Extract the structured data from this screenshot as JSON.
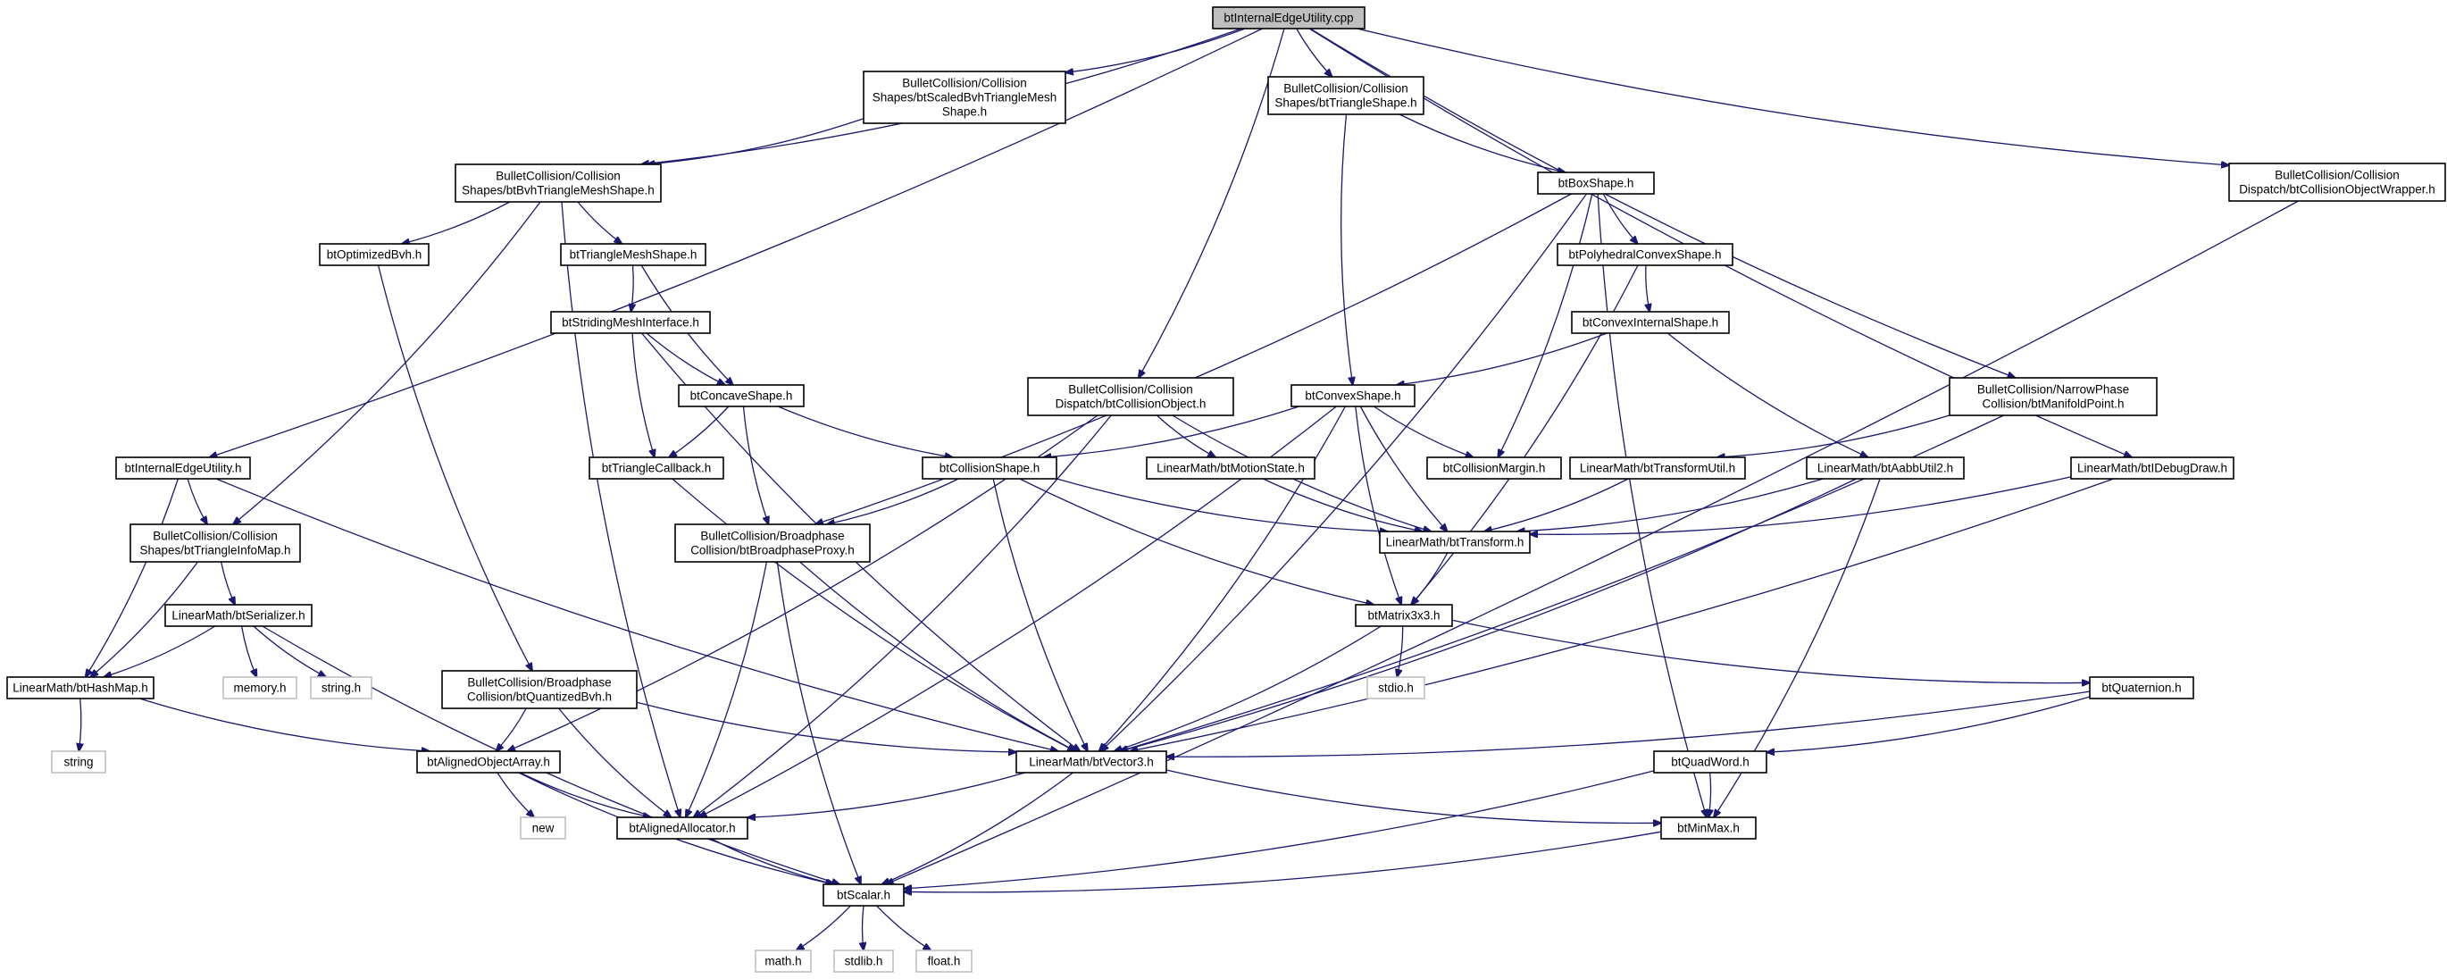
{
  "nodes": {
    "root": {
      "lines": [
        "btInternalEdgeUtility.cpp"
      ],
      "kind": "root"
    },
    "scaledbvh": {
      "lines": [
        "BulletCollision/Collision",
        "Shapes/btScaledBvhTriangleMesh",
        "Shape.h"
      ],
      "kind": "local"
    },
    "triangleshape": {
      "lines": [
        "BulletCollision/Collision",
        "Shapes/btTriangleShape.h"
      ],
      "kind": "local"
    },
    "colobjwrapper": {
      "lines": [
        "BulletCollision/Collision",
        "Dispatch/btCollisionObjectWrapper.h"
      ],
      "kind": "local"
    },
    "bvhtrimesh": {
      "lines": [
        "BulletCollision/Collision",
        "Shapes/btBvhTriangleMeshShape.h"
      ],
      "kind": "local"
    },
    "boxshape": {
      "lines": [
        "btBoxShape.h"
      ],
      "kind": "local"
    },
    "optimizedbvh": {
      "lines": [
        "btOptimizedBvh.h"
      ],
      "kind": "local"
    },
    "trimeshshape": {
      "lines": [
        "btTriangleMeshShape.h"
      ],
      "kind": "local"
    },
    "polyconvex": {
      "lines": [
        "btPolyhedralConvexShape.h"
      ],
      "kind": "local"
    },
    "stridingmesh": {
      "lines": [
        "btStridingMeshInterface.h"
      ],
      "kind": "local"
    },
    "convexinternal": {
      "lines": [
        "btConvexInternalShape.h"
      ],
      "kind": "local"
    },
    "collisionobject": {
      "lines": [
        "BulletCollision/Collision",
        "Dispatch/btCollisionObject.h"
      ],
      "kind": "local"
    },
    "concaveshape": {
      "lines": [
        "btConcaveShape.h"
      ],
      "kind": "local"
    },
    "convexshape": {
      "lines": [
        "btConvexShape.h"
      ],
      "kind": "local"
    },
    "manifoldpoint": {
      "lines": [
        "BulletCollision/NarrowPhase",
        "Collision/btManifoldPoint.h"
      ],
      "kind": "local"
    },
    "internaledge": {
      "lines": [
        "btInternalEdgeUtility.h"
      ],
      "kind": "local"
    },
    "tricallback": {
      "lines": [
        "btTriangleCallback.h"
      ],
      "kind": "local"
    },
    "collisionshape": {
      "lines": [
        "btCollisionShape.h"
      ],
      "kind": "local"
    },
    "motionstate": {
      "lines": [
        "LinearMath/btMotionState.h"
      ],
      "kind": "local"
    },
    "collisionmargin": {
      "lines": [
        "btCollisionMargin.h"
      ],
      "kind": "local"
    },
    "transformutil": {
      "lines": [
        "LinearMath/btTransformUtil.h"
      ],
      "kind": "local"
    },
    "aabbutil": {
      "lines": [
        "LinearMath/btAabbUtil2.h"
      ],
      "kind": "local"
    },
    "debugdraw": {
      "lines": [
        "LinearMath/btIDebugDraw.h"
      ],
      "kind": "local"
    },
    "triinfomap": {
      "lines": [
        "BulletCollision/Collision",
        "Shapes/btTriangleInfoMap.h"
      ],
      "kind": "local"
    },
    "bpproxy": {
      "lines": [
        "BulletCollision/Broadphase",
        "Collision/btBroadphaseProxy.h"
      ],
      "kind": "local"
    },
    "transform": {
      "lines": [
        "LinearMath/btTransform.h"
      ],
      "kind": "local"
    },
    "serializer": {
      "lines": [
        "LinearMath/btSerializer.h"
      ],
      "kind": "local"
    },
    "matrix3x3": {
      "lines": [
        "btMatrix3x3.h"
      ],
      "kind": "local"
    },
    "hashmap": {
      "lines": [
        "LinearMath/btHashMap.h"
      ],
      "kind": "local"
    },
    "memory": {
      "lines": [
        "memory.h"
      ],
      "kind": "system"
    },
    "stringh": {
      "lines": [
        "string.h"
      ],
      "kind": "system"
    },
    "quantizedbvh": {
      "lines": [
        "BulletCollision/Broadphase",
        "Collision/btQuantizedBvh.h"
      ],
      "kind": "local"
    },
    "stdio": {
      "lines": [
        "stdio.h"
      ],
      "kind": "system"
    },
    "quaternion": {
      "lines": [
        "btQuaternion.h"
      ],
      "kind": "local"
    },
    "string": {
      "lines": [
        "string"
      ],
      "kind": "system"
    },
    "alignedobjarray": {
      "lines": [
        "btAlignedObjectArray.h"
      ],
      "kind": "local"
    },
    "vector3": {
      "lines": [
        "LinearMath/btVector3.h"
      ],
      "kind": "local"
    },
    "quadword": {
      "lines": [
        "btQuadWord.h"
      ],
      "kind": "local"
    },
    "new": {
      "lines": [
        "new"
      ],
      "kind": "system"
    },
    "alignedalloc": {
      "lines": [
        "btAlignedAllocator.h"
      ],
      "kind": "local"
    },
    "minmax": {
      "lines": [
        "btMinMax.h"
      ],
      "kind": "local"
    },
    "scalar": {
      "lines": [
        "btScalar.h"
      ],
      "kind": "local"
    },
    "math": {
      "lines": [
        "math.h"
      ],
      "kind": "system"
    },
    "stdlib": {
      "lines": [
        "stdlib.h"
      ],
      "kind": "system"
    },
    "float": {
      "lines": [
        "float.h"
      ],
      "kind": "system"
    }
  },
  "edges": [
    [
      "root",
      "scaledbvh"
    ],
    [
      "root",
      "triangleshape"
    ],
    [
      "root",
      "colobjwrapper"
    ],
    [
      "root",
      "bvhtrimesh"
    ],
    [
      "root",
      "collisionobject"
    ],
    [
      "root",
      "manifoldpoint"
    ],
    [
      "root",
      "internaledge"
    ],
    [
      "root",
      "debugdraw"
    ],
    [
      "scaledbvh",
      "bvhtrimesh"
    ],
    [
      "triangleshape",
      "boxshape"
    ],
    [
      "triangleshape",
      "convexshape"
    ],
    [
      "colobjwrapper",
      "scalar"
    ],
    [
      "bvhtrimesh",
      "optimizedbvh"
    ],
    [
      "bvhtrimesh",
      "trimeshshape"
    ],
    [
      "bvhtrimesh",
      "triinfomap"
    ],
    [
      "bvhtrimesh",
      "alignedalloc"
    ],
    [
      "boxshape",
      "polyconvex"
    ],
    [
      "boxshape",
      "collisionmargin"
    ],
    [
      "boxshape",
      "bpproxy"
    ],
    [
      "boxshape",
      "vector3"
    ],
    [
      "boxshape",
      "minmax"
    ],
    [
      "optimizedbvh",
      "quantizedbvh"
    ],
    [
      "trimeshshape",
      "stridingmesh"
    ],
    [
      "trimeshshape",
      "concaveshape"
    ],
    [
      "polyconvex",
      "convexinternal"
    ],
    [
      "polyconvex",
      "matrix3x3"
    ],
    [
      "stridingmesh",
      "concaveshape"
    ],
    [
      "stridingmesh",
      "tricallback"
    ],
    [
      "stridingmesh",
      "vector3"
    ],
    [
      "convexinternal",
      "convexshape"
    ],
    [
      "convexinternal",
      "aabbutil"
    ],
    [
      "collisionobject",
      "motionstate"
    ],
    [
      "collisionobject",
      "transform"
    ],
    [
      "collisionobject",
      "alignedobjarray"
    ],
    [
      "collisionobject",
      "alignedalloc"
    ],
    [
      "concaveshape",
      "tricallback"
    ],
    [
      "concaveshape",
      "collisionshape"
    ],
    [
      "concaveshape",
      "bpproxy"
    ],
    [
      "convexshape",
      "collisionshape"
    ],
    [
      "convexshape",
      "collisionmargin"
    ],
    [
      "convexshape",
      "transform"
    ],
    [
      "convexshape",
      "matrix3x3"
    ],
    [
      "convexshape",
      "vector3"
    ],
    [
      "convexshape",
      "alignedalloc"
    ],
    [
      "manifoldpoint",
      "transformutil"
    ],
    [
      "manifoldpoint",
      "vector3"
    ],
    [
      "internaledge",
      "triinfomap"
    ],
    [
      "internaledge",
      "hashmap"
    ],
    [
      "internaledge",
      "vector3"
    ],
    [
      "tricallback",
      "vector3"
    ],
    [
      "collisionshape",
      "bpproxy"
    ],
    [
      "collisionshape",
      "transform"
    ],
    [
      "collisionshape",
      "vector3"
    ],
    [
      "collisionshape",
      "matrix3x3"
    ],
    [
      "motionstate",
      "transform"
    ],
    [
      "transformutil",
      "transform"
    ],
    [
      "aabbutil",
      "transform"
    ],
    [
      "aabbutil",
      "vector3"
    ],
    [
      "aabbutil",
      "minmax"
    ],
    [
      "debugdraw",
      "transform"
    ],
    [
      "debugdraw",
      "vector3"
    ],
    [
      "triinfomap",
      "hashmap"
    ],
    [
      "triinfomap",
      "serializer"
    ],
    [
      "bpproxy",
      "vector3"
    ],
    [
      "bpproxy",
      "alignedalloc"
    ],
    [
      "bpproxy",
      "scalar"
    ],
    [
      "transform",
      "matrix3x3"
    ],
    [
      "serializer",
      "hashmap"
    ],
    [
      "serializer",
      "memory"
    ],
    [
      "serializer",
      "stringh"
    ],
    [
      "serializer",
      "scalar"
    ],
    [
      "matrix3x3",
      "stdio"
    ],
    [
      "matrix3x3",
      "quaternion"
    ],
    [
      "matrix3x3",
      "vector3"
    ],
    [
      "hashmap",
      "string"
    ],
    [
      "hashmap",
      "alignedobjarray"
    ],
    [
      "quantizedbvh",
      "alignedobjarray"
    ],
    [
      "quantizedbvh",
      "alignedalloc"
    ],
    [
      "quantizedbvh",
      "vector3"
    ],
    [
      "quaternion",
      "quadword"
    ],
    [
      "quaternion",
      "vector3"
    ],
    [
      "alignedobjarray",
      "new"
    ],
    [
      "alignedobjarray",
      "alignedalloc"
    ],
    [
      "alignedobjarray",
      "scalar"
    ],
    [
      "vector3",
      "alignedalloc"
    ],
    [
      "vector3",
      "minmax"
    ],
    [
      "vector3",
      "scalar"
    ],
    [
      "quadword",
      "minmax"
    ],
    [
      "quadword",
      "scalar"
    ],
    [
      "alignedalloc",
      "scalar"
    ],
    [
      "minmax",
      "scalar"
    ],
    [
      "scalar",
      "math"
    ],
    [
      "scalar",
      "stdlib"
    ],
    [
      "scalar",
      "float"
    ]
  ]
}
